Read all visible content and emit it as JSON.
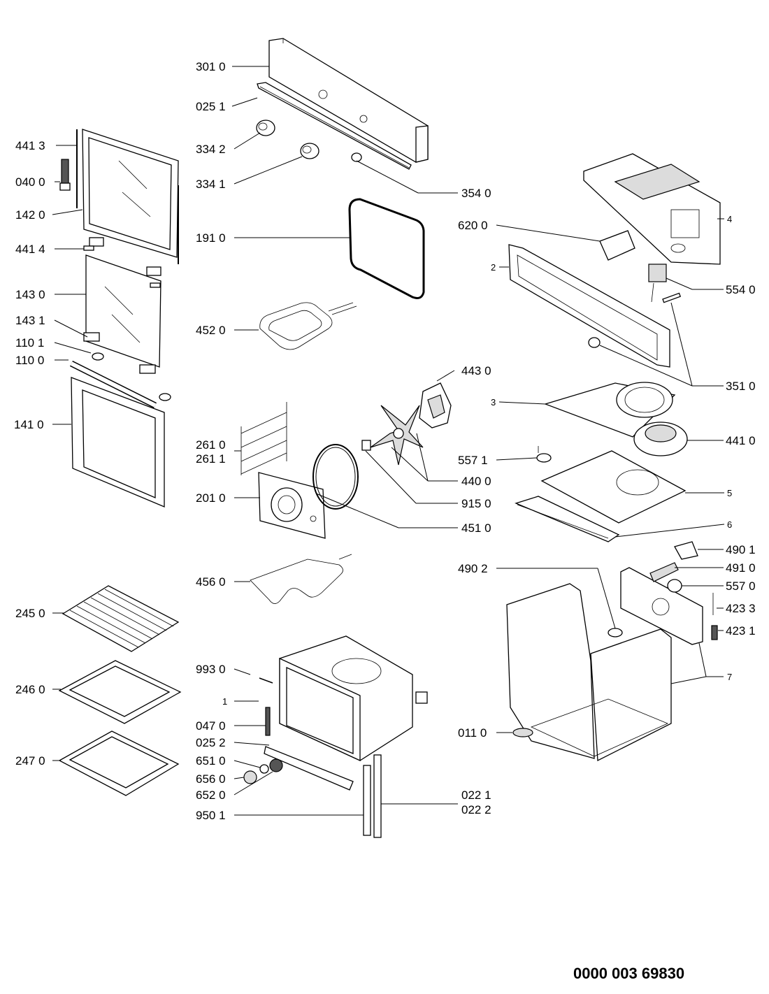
{
  "labels": {
    "l3010": "301 0",
    "l0251": "025 1",
    "l3342": "334 2",
    "l3341": "334 1",
    "l3540": "354 0",
    "l1910": "191 0",
    "l4520": "452 0",
    "l4413": "441 3",
    "l0400": "040 0",
    "l1420": "142 0",
    "l4414": "441 4",
    "l1430": "143 0",
    "l1431": "143 1",
    "l1101": "110 1",
    "l1100": "110 0",
    "l1410": "141 0",
    "l2610": "261 0",
    "l2611": "261 1",
    "l2010": "201 0",
    "l4430": "443 0",
    "l4400": "440 0",
    "l9150": "915 0",
    "l4510": "451 0",
    "l4560": "456 0",
    "l6200": "620 0",
    "l4": "4",
    "l2": "2",
    "l5540": "554 0",
    "l3510": "351 0",
    "l3": "3",
    "l4410": "441 0",
    "l5571": "557 1",
    "l5": "5",
    "l6": "6",
    "l4901": "490 1",
    "l4902": "490 2",
    "l4910": "491 0",
    "l5570": "557 0",
    "l4233": "423 3",
    "l4231": "423 1",
    "l7": "7",
    "l0110": "011 0",
    "l2450": "245 0",
    "l2460": "246 0",
    "l2470": "247 0",
    "l9930": "993 0",
    "l1": "1",
    "l0470": "047 0",
    "l0252": "025 2",
    "l6510": "651 0",
    "l6560": "656 0",
    "l6520": "652 0",
    "l9501": "950 1",
    "l0221": "022 1",
    "l0222": "022 2"
  },
  "document_number": "0000 003 69830"
}
